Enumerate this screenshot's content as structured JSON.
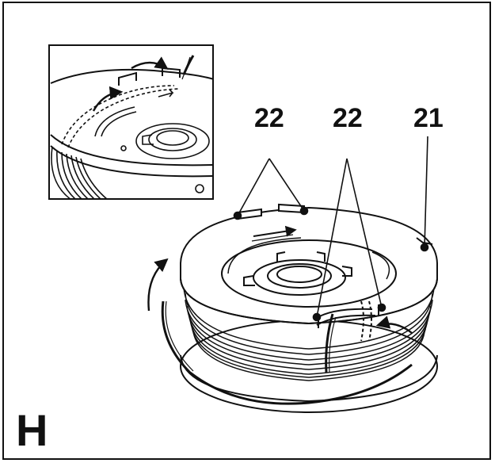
{
  "figure": {
    "letter": "H",
    "callouts": {
      "left": "22",
      "middle": "22",
      "right": "21"
    }
  },
  "colors": {
    "line": "#111111",
    "background": "#ffffff"
  }
}
